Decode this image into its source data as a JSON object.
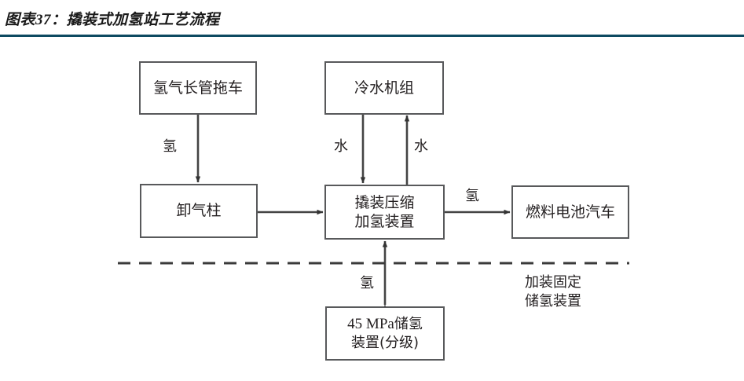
{
  "header": {
    "title": "图表37：撬装式加氢站工艺流程",
    "rule_color": "#0d4a61"
  },
  "diagram": {
    "type": "flowchart",
    "stroke_color": "#58595b",
    "text_color": "#231f20",
    "nodes": [
      {
        "id": "tube-trailer",
        "label": "氢气长管拖车"
      },
      {
        "id": "chiller",
        "label": "冷水机组"
      },
      {
        "id": "unload",
        "label": "卸气柱"
      },
      {
        "id": "skid",
        "label_line1": "撬装压缩",
        "label_line2": "加氢装置"
      },
      {
        "id": "vehicle",
        "label": "燃料电池汽车"
      },
      {
        "id": "storage",
        "label_line1_num": "45 MPa",
        "label_line1_cn": "储氢",
        "label_line2": "装置(分级)"
      }
    ],
    "edge_labels": {
      "trailer_to_unload": "氢",
      "chiller_to_skid": "水",
      "skid_to_chiller": "水",
      "skid_to_vehicle": "氢",
      "skid_to_storage": "氢"
    },
    "annotation": {
      "line1": "加装固定",
      "line2": "储氢装置"
    },
    "divider": {
      "style": "dashed"
    }
  }
}
